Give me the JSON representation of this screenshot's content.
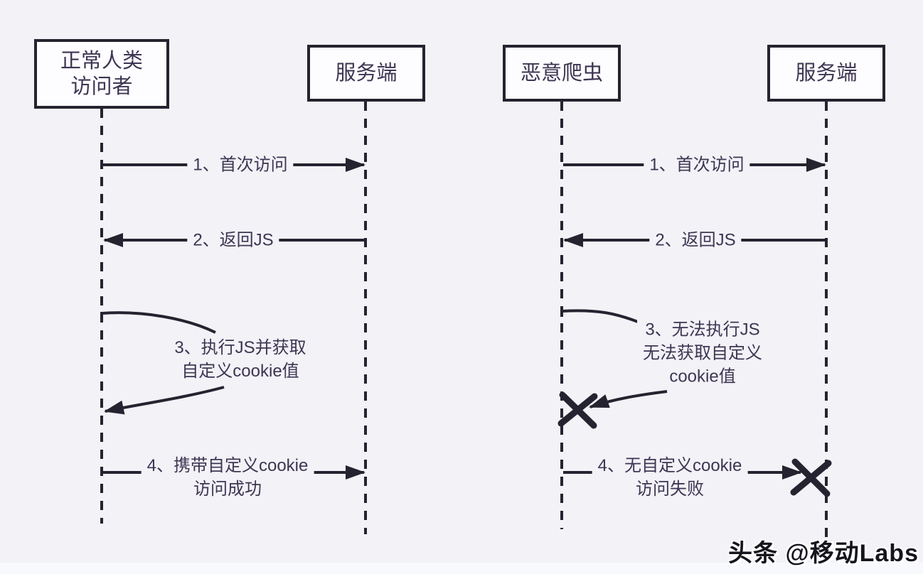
{
  "colors": {
    "background": "#f2f2f7",
    "line": "#262330",
    "text": "#3e3552",
    "box_background": "#fdfdff",
    "watermark": "#15151d"
  },
  "diagram_type": "sequence-diagram",
  "panels": [
    {
      "id": "human-visitor",
      "actor_left": "正常人类\n访问者",
      "actor_right": "服务端",
      "messages": [
        {
          "step": 1,
          "label": "1、首次访问",
          "direction": "right"
        },
        {
          "step": 2,
          "label": "2、返回JS",
          "direction": "left"
        },
        {
          "step": 3,
          "label": "3、执行JS并获取\n自定义cookie值",
          "direction": "self-loop"
        },
        {
          "step": 4,
          "label": "4、携带自定义cookie\n访问成功",
          "direction": "right"
        }
      ]
    },
    {
      "id": "malicious-crawler",
      "actor_left": "恶意爬虫",
      "actor_right": "服务端",
      "messages": [
        {
          "step": 1,
          "label": "1、首次访问",
          "direction": "right"
        },
        {
          "step": 2,
          "label": "2、返回JS",
          "direction": "left"
        },
        {
          "step": 3,
          "label": "3、无法执行JS\n无法获取自定义\ncookie值",
          "direction": "self-loop-failed"
        },
        {
          "step": 4,
          "label": "4、无自定义cookie\n访问失败",
          "direction": "right-failed"
        }
      ]
    }
  ],
  "watermark": "头条 @移动Labs"
}
